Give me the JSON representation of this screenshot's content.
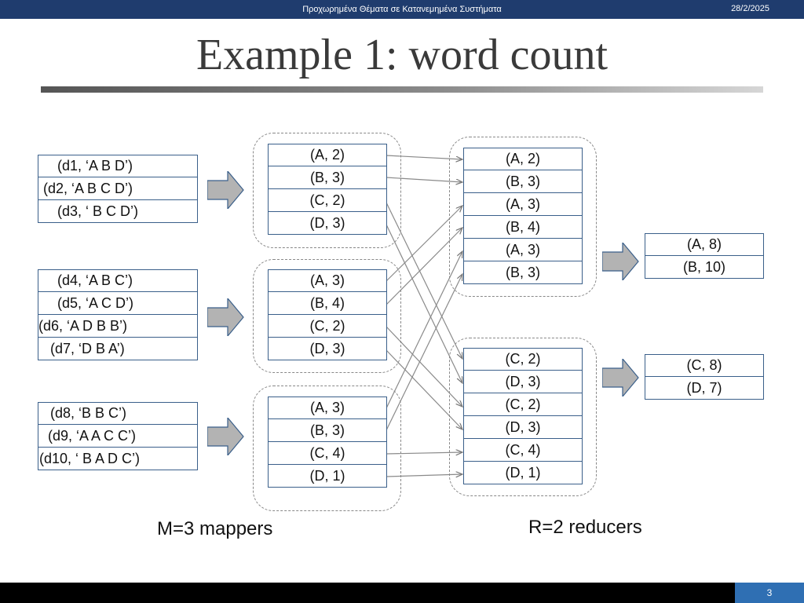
{
  "header": {
    "course": "Προχωρημένα Θέματα σε Κατανεμημένα Συστήματα",
    "date": "28/2/2025"
  },
  "title": "Example 1: word count",
  "inputs": [
    [
      "(d1, ‘A B D’)",
      "(d2,  ‘A B C D’)",
      "(d3,  ‘ B C D’)"
    ],
    [
      "(d4,  ‘A B C’)",
      "(d5,  ‘A C D’)",
      "(d6,  ‘A D B B’)",
      "(d7,  ‘D B A’)"
    ],
    [
      "(d8,  ‘B B C’)",
      "(d9, ‘A A C C’)",
      "(d10, ‘ B A D C’)"
    ]
  ],
  "mappers": [
    [
      "(A, 2)",
      "(B, 3)",
      "(C, 2)",
      "(D, 3)"
    ],
    [
      "(A, 3)",
      "(B, 4)",
      "(C, 2)",
      "(D, 3)"
    ],
    [
      "(A, 3)",
      "(B, 3)",
      "(C, 4)",
      "(D, 1)"
    ]
  ],
  "reducers": [
    [
      "(A, 2)",
      "(B, 3)",
      "(A, 3)",
      "(B, 4)",
      "(A, 3)",
      "(B, 3)"
    ],
    [
      "(C, 2)",
      "(D, 3)",
      "(C, 2)",
      "(D, 3)",
      "(C, 4)",
      "(D, 1)"
    ]
  ],
  "outputs": [
    [
      "(A, 8)",
      "(B, 10)"
    ],
    [
      "(C, 8)",
      "(D, 7)"
    ]
  ],
  "labels": {
    "mappers": "M=3 mappers",
    "reducers": "R=2 reducers"
  },
  "footer": {
    "page": "3"
  },
  "colors": {
    "topbar": "#1f3c6e",
    "cell_border": "#3a5f8a",
    "page_box": "#2f6fb3",
    "arrow_fill": "#b3b3b3"
  },
  "icons": {
    "flow_arrow": "right-block-arrow-icon"
  }
}
